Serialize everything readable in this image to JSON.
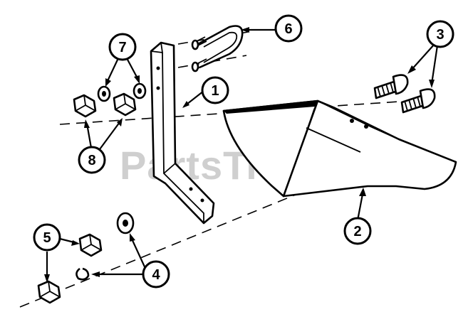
{
  "watermark": {
    "text": "PartsTree",
    "trademark": "™"
  },
  "callouts": [
    {
      "id": "c1",
      "number": "1"
    },
    {
      "id": "c2",
      "number": "2"
    },
    {
      "id": "c3",
      "number": "3"
    },
    {
      "id": "c4",
      "number": "4"
    },
    {
      "id": "c5",
      "number": "5"
    },
    {
      "id": "c6",
      "number": "6"
    },
    {
      "id": "c7",
      "number": "7"
    },
    {
      "id": "c8",
      "number": "8"
    }
  ],
  "colors": {
    "line": "#000000",
    "background": "#ffffff",
    "watermark": "#cfcfcf"
  }
}
